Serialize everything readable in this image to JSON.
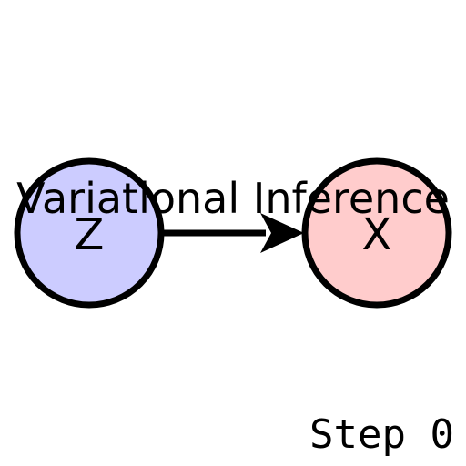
{
  "diagram": {
    "title": "Variational Inference",
    "step_label": "Step 0",
    "nodes": [
      {
        "id": "z",
        "label": "Z",
        "fill": "#ccccff",
        "stroke": "#000000"
      },
      {
        "id": "x",
        "label": "X",
        "fill": "#ffcccc",
        "stroke": "#000000"
      }
    ],
    "edges": [
      {
        "from": "Z",
        "to": "X",
        "color": "#000000"
      }
    ]
  }
}
